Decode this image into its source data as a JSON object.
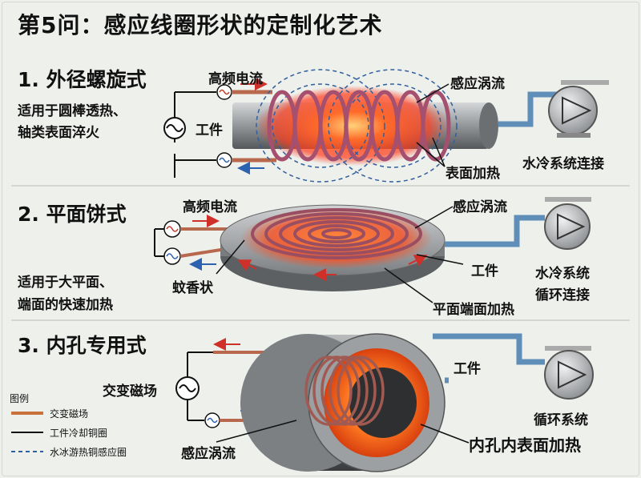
{
  "title": "第5问：感应线圈形状的定制化艺术",
  "sections": [
    {
      "title": "1. 外径螺旋式",
      "description_line1": "适用于圆棒透热、",
      "description_line2": "轴类表面淬火",
      "labels": {
        "high_freq_current": "高频电流",
        "eddy_current": "感应涡流",
        "workpiece": "工件",
        "surface_heating": "表面加热",
        "water_cooling": "水冷系统连接"
      }
    },
    {
      "title": "2. 平面饼式",
      "description_line1": "适用于大平面、",
      "description_line2": "端面的快速加热",
      "labels": {
        "high_freq_current": "高频电流",
        "eddy_current": "感应涡流",
        "mosquito_coil": "蚊香状",
        "workpiece": "工件",
        "face_heating": "平面端面加热",
        "water_cooling_line1": "水冷系统",
        "water_cooling_line2": "循环连接"
      }
    },
    {
      "title": "3. 内孔专用式",
      "labels": {
        "alternating_field": "交变磁场",
        "eddy_current": "感应涡流",
        "workpiece": "工件",
        "inner_surface_heating": "内孔内表面加热",
        "circulation": "循环系统"
      }
    }
  ],
  "legend": {
    "title": "图例",
    "items": [
      {
        "label": "交变磁场",
        "color": "#c9713a",
        "style": "solid-thick"
      },
      {
        "label": "工件冷却铜圈",
        "color": "#111111",
        "style": "solid"
      },
      {
        "label": "水冰游热铜感应圈",
        "color": "#2f5f9e",
        "style": "dashed"
      }
    ]
  },
  "colors": {
    "coil_copper": "#b8684d",
    "heat_glow": "#ff4a1a",
    "workpiece_steel": "#8f9295",
    "pipe_blue": "#5f8fb8",
    "field_dashed": "#2f5f9e",
    "arrow_red": "#d0302a",
    "arrow_blue": "#2b63b0"
  }
}
